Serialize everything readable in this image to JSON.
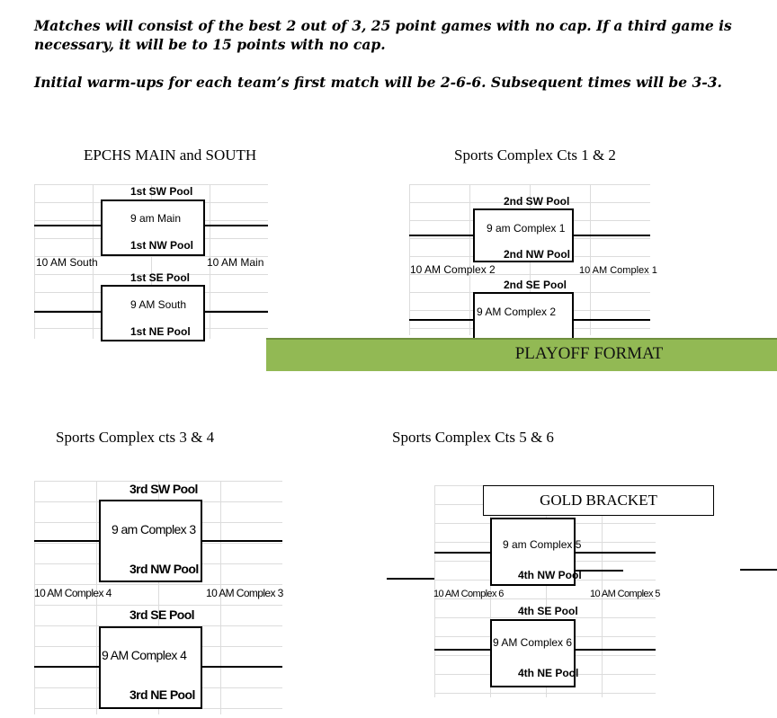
{
  "rules": {
    "line1": "Matches will consist of the best 2 out of 3, 25 point games with no cap. If a third game is",
    "line2": "necessary, it will be to 15 points with no cap.",
    "line3": "Initial warm-ups for each team’s first match will be 2-6-6. Subsequent times will be 3-3."
  },
  "banner": {
    "title": "PLAYOFF FORMAT",
    "color": "#92b954"
  },
  "gold_bracket": {
    "title": "GOLD BRACKET"
  },
  "sites": [
    {
      "venue": "EPCHS MAIN and SOUTH",
      "match1": {
        "top_team": "1st SW Pool",
        "time": "9 am Main",
        "bottom_team": "1st NW Pool"
      },
      "left_next": "10 AM South",
      "right_next": "10 AM Main",
      "match2": {
        "top_team": "1st SE Pool",
        "time": "9 AM South",
        "bottom_team": "1st NE Pool"
      }
    },
    {
      "venue": "Sports Complex Cts 1 & 2",
      "match1": {
        "top_team": "2nd SW Pool",
        "time": "9 am Complex 1",
        "bottom_team": "2nd NW Pool"
      },
      "left_next": "10 AM Complex 2",
      "right_next": "10 AM Complex 1",
      "match2": {
        "top_team": "2nd SE Pool",
        "time": "9 AM Complex 2"
      }
    },
    {
      "venue": "Sports Complex cts 3 & 4",
      "match1": {
        "top_team": "3rd SW Pool",
        "time": "9 am Complex 3",
        "bottom_team": "3rd NW Pool"
      },
      "left_next": "10 AM Complex 4",
      "right_next": "10 AM Complex 3",
      "match2": {
        "top_team": "3rd SE Pool",
        "time": "9 AM Complex 4",
        "bottom_team": "3rd NE Pool"
      }
    },
    {
      "venue": "Sports Complex Cts 5 & 6",
      "match1": {
        "time": "9 am Complex 5",
        "bottom_team": "4th NW Pool"
      },
      "left_next": "10 AM Complex 6",
      "right_next": "10 AM Complex 5",
      "match2": {
        "top_team": "4th SE Pool",
        "time": "9 AM Complex 6",
        "bottom_team": "4th NE Pool"
      }
    }
  ]
}
